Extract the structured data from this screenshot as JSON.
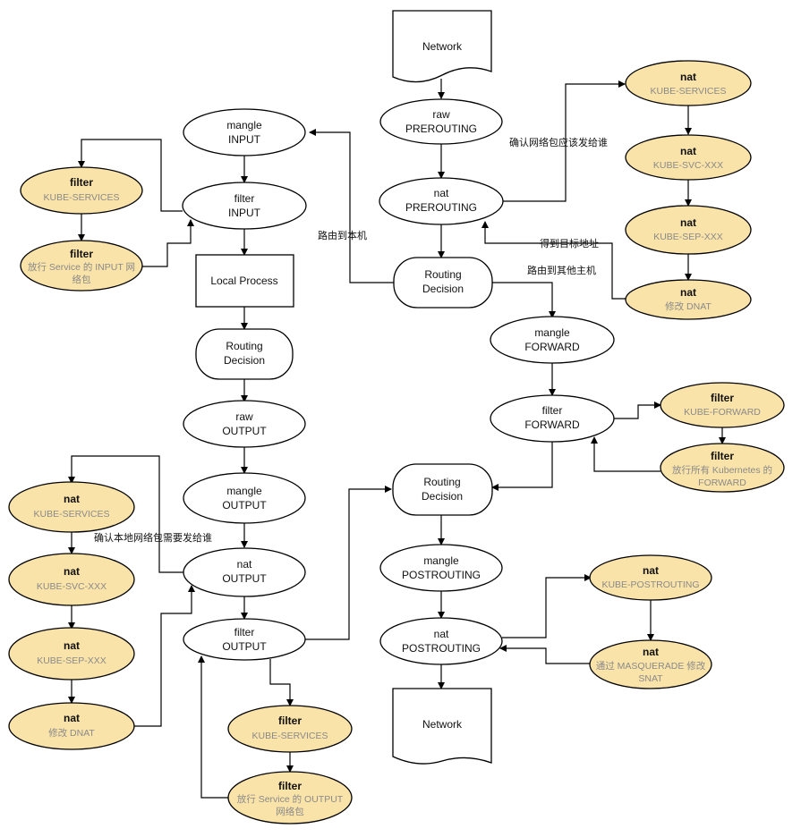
{
  "nodes": {
    "network_in": {
      "lines": [
        "Network"
      ]
    },
    "raw_prerouting": {
      "lines": [
        "raw",
        "PREROUTING"
      ]
    },
    "nat_prerouting": {
      "lines": [
        "nat",
        "PREROUTING"
      ]
    },
    "routing_decision_top": {
      "lines": [
        "Routing",
        "Decision"
      ]
    },
    "mangle_input": {
      "lines": [
        "mangle",
        "INPUT"
      ]
    },
    "filter_input": {
      "lines": [
        "filter",
        "INPUT"
      ]
    },
    "local_process": {
      "lines": [
        "Local Process"
      ]
    },
    "routing_decision_local": {
      "lines": [
        "Routing",
        "Decision"
      ]
    },
    "raw_output": {
      "lines": [
        "raw",
        "OUTPUT"
      ]
    },
    "mangle_output": {
      "lines": [
        "mangle",
        "OUTPUT"
      ]
    },
    "nat_output": {
      "lines": [
        "nat",
        "OUTPUT"
      ]
    },
    "filter_output": {
      "lines": [
        "filter",
        "OUTPUT"
      ]
    },
    "mangle_forward": {
      "lines": [
        "mangle",
        "FORWARD"
      ]
    },
    "filter_forward": {
      "lines": [
        "filter",
        "FORWARD"
      ]
    },
    "routing_decision_post": {
      "lines": [
        "Routing",
        "Decision"
      ]
    },
    "mangle_postrouting": {
      "lines": [
        "mangle",
        "POSTROUTING"
      ]
    },
    "nat_postrouting": {
      "lines": [
        "nat",
        "POSTROUTING"
      ]
    },
    "network_out": {
      "lines": [
        "Network"
      ]
    },
    "y_nat_kube_services_r": {
      "title": "nat",
      "sub": [
        "KUBE-SERVICES"
      ]
    },
    "y_nat_kube_svc_r": {
      "title": "nat",
      "sub": [
        "KUBE-SVC-XXX"
      ]
    },
    "y_nat_kube_sep_r": {
      "title": "nat",
      "sub": [
        "KUBE-SEP-XXX"
      ]
    },
    "y_nat_dnat_r": {
      "title": "nat",
      "sub": [
        "修改 DNAT"
      ]
    },
    "y_filter_kube_services_in": {
      "title": "filter",
      "sub": [
        "KUBE-SERVICES"
      ]
    },
    "y_filter_input_allow": {
      "title": "filter",
      "sub": [
        "放行 Service 的 INPUT 网",
        "络包"
      ]
    },
    "y_nat_kube_services_l": {
      "title": "nat",
      "sub": [
        "KUBE-SERVICES"
      ]
    },
    "y_nat_kube_svc_l": {
      "title": "nat",
      "sub": [
        "KUBE-SVC-XXX"
      ]
    },
    "y_nat_kube_sep_l": {
      "title": "nat",
      "sub": [
        "KUBE-SEP-XXX"
      ]
    },
    "y_nat_dnat_l": {
      "title": "nat",
      "sub": [
        "修改 DNAT"
      ]
    },
    "y_filter_kube_services_out": {
      "title": "filter",
      "sub": [
        "KUBE-SERVICES"
      ]
    },
    "y_filter_output_allow": {
      "title": "filter",
      "sub": [
        "放行 Service 的 OUTPUT",
        "网络包"
      ]
    },
    "y_filter_kube_forward": {
      "title": "filter",
      "sub": [
        "KUBE-FORWARD"
      ]
    },
    "y_filter_forward_allow": {
      "title": "filter",
      "sub": [
        "放行所有 Kubernetes 的",
        "FORWARD"
      ]
    },
    "y_nat_kube_postrouting": {
      "title": "nat",
      "sub": [
        "KUBE-POSTROUTING"
      ]
    },
    "y_nat_masquerade": {
      "title": "nat",
      "sub": [
        "通过 MASQUERADE 修改",
        "SNAT"
      ]
    }
  },
  "labels": {
    "confirm_dest": "确认网络包应该发给谁",
    "get_target": "得到目标地址",
    "route_local": "路由到本机",
    "route_other": "路由到其他主机",
    "confirm_local_dest": "确认本地网络包需要发给谁"
  }
}
